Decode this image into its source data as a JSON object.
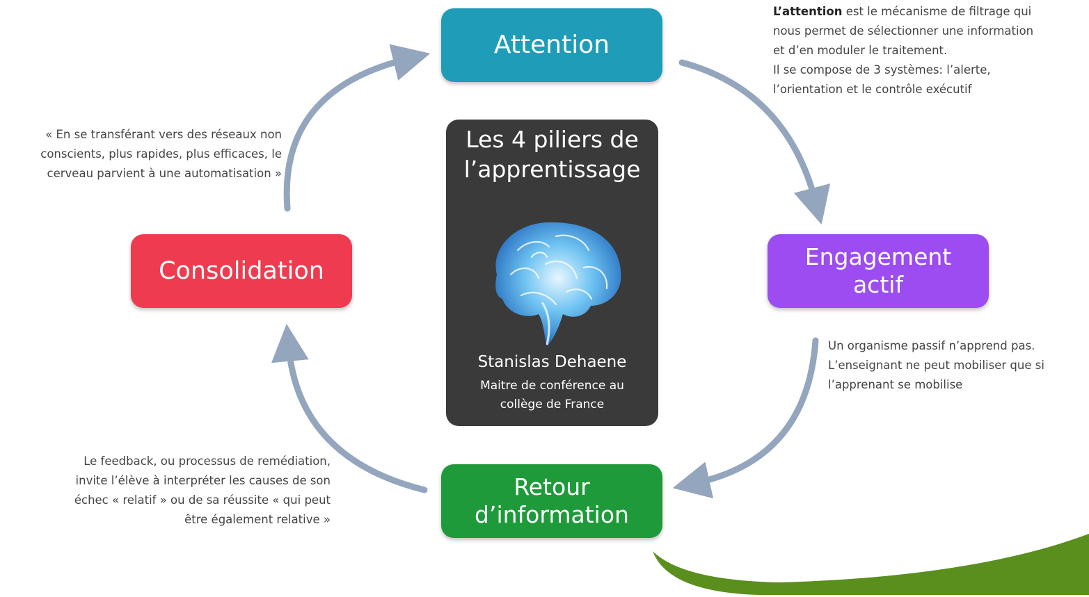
{
  "diagram": {
    "center": {
      "title_lines": [
        "Les 4 piliers de",
        "l’apprentissage"
      ],
      "image": "brain-illustration",
      "author": "Stanislas Dehaene",
      "role_lines": [
        "Maitre de conférence au",
        "collège de France"
      ]
    },
    "nodes": {
      "attention": {
        "label_lines": [
          "Attention"
        ],
        "color": "#1f9db8"
      },
      "engagement": {
        "label_lines": [
          "Engagement",
          "actif"
        ],
        "color": "#9c4cf0"
      },
      "retour": {
        "label_lines": [
          "Retour",
          "d’information"
        ],
        "color": "#1f9a3a"
      },
      "consolidation": {
        "label_lines": [
          "Consolidation"
        ],
        "color": "#ef3b4f"
      }
    },
    "annotations": {
      "attention": {
        "bold": "L’attention",
        "line1_rest": " est le mécanisme de filtrage qui",
        "lines": [
          "nous permet de sélectionner une information",
          "et d’en moduler le traitement.",
          "Il se compose de 3 systèmes: l’alerte,",
          "l’orientation et le contrôle exécutif"
        ]
      },
      "engagement": {
        "lines": [
          "Un organisme passif n’apprend pas.",
          "L’enseignant ne peut mobiliser que si",
          "l’apprenant se mobilise"
        ]
      },
      "retour": {
        "lines": [
          "Le feedback, ou processus de remédiation,",
          "invite l’élève à interpréter les causes de son",
          "échec « relatif » ou de sa réussite « qui peut",
          "être également relative »"
        ]
      },
      "consolidation": {
        "lines": [
          "« En se transférant vers des réseaux non",
          "conscients, plus rapides, plus efficaces, le",
          "cerveau parvient à une automatisation »"
        ]
      }
    },
    "colors": {
      "arrow": "#93a6bd",
      "accent_curve": "#5a8f1e",
      "center_bg": "#3a3a3a"
    }
  }
}
